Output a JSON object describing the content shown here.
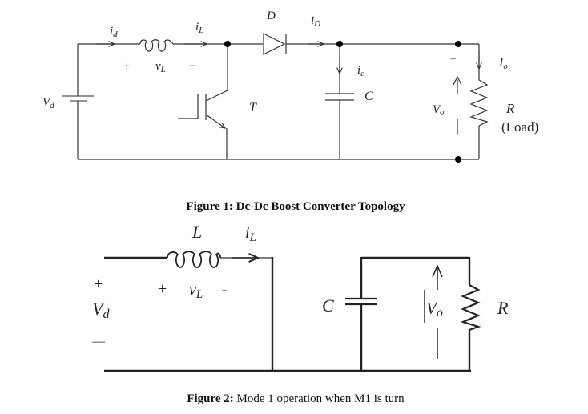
{
  "figure1": {
    "caption": "Figure 1: Dc-Dc Boost Converter Topology",
    "labels": {
      "source_voltage": "V",
      "source_voltage_sub": "d",
      "input_current": "i",
      "input_current_sub": "d",
      "inductor_current": "i",
      "inductor_current_sub": "L",
      "inductor_voltage": "v",
      "inductor_voltage_sub": "L",
      "inductor_plus": "+",
      "inductor_minus": "−",
      "diode": "D",
      "diode_current": "i",
      "diode_current_sub": "D",
      "capacitor_current": "i",
      "capacitor_current_sub": "c",
      "capacitor": "C",
      "transistor": "T",
      "output_voltage": "V",
      "output_voltage_sub": "o",
      "output_plus": "+",
      "output_minus": "−",
      "output_current": "I",
      "output_current_sub": "o",
      "resistor": "R",
      "resistor_note": "(Load)"
    }
  },
  "figure2": {
    "caption_bold": "Figure 2:",
    "caption_text": " Mode 1 operation when M1 is turn",
    "labels": {
      "inductor": "L",
      "inductor_current": "i",
      "inductor_current_sub": "L",
      "source_plus": "+",
      "source_voltage": "V",
      "source_voltage_sub": "d",
      "source_minus": "—",
      "inductor_plus": "+",
      "inductor_voltage": "v",
      "inductor_voltage_sub": "L",
      "inductor_minus": "-",
      "capacitor": "C",
      "output_voltage": "V",
      "output_voltage_sub": "o",
      "resistor": "R"
    }
  }
}
